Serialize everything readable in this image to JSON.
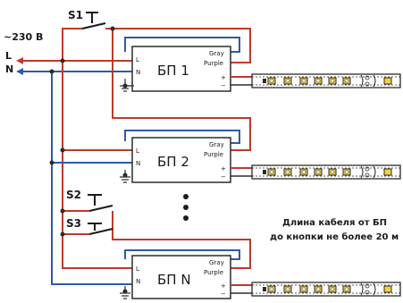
{
  "mains": {
    "voltage": "~230 В",
    "line": "L",
    "neutral": "N"
  },
  "switches": [
    "S1",
    "S2",
    "S3"
  ],
  "psus": [
    {
      "name": "БП 1"
    },
    {
      "name": "БП 2"
    },
    {
      "name": "БП N"
    }
  ],
  "psu_terminals": {
    "l": "L",
    "n": "N",
    "gray": "Gray",
    "purple": "Purple",
    "plus": "+",
    "minus": "−"
  },
  "note": {
    "line1": "Длина кабеля от БП",
    "line2": "до кнопки не более 20 м"
  },
  "colors": {
    "line_wire": "#c0392b",
    "neutral_wire": "#2e5aa8",
    "control_wire": "#2b2b2b",
    "led_strip": "#f4d03f"
  },
  "icons": [
    "ground-icon",
    "switch-icon",
    "arrow-left-icon",
    "led-strip-icon",
    "ellipsis-dots-icon"
  ]
}
